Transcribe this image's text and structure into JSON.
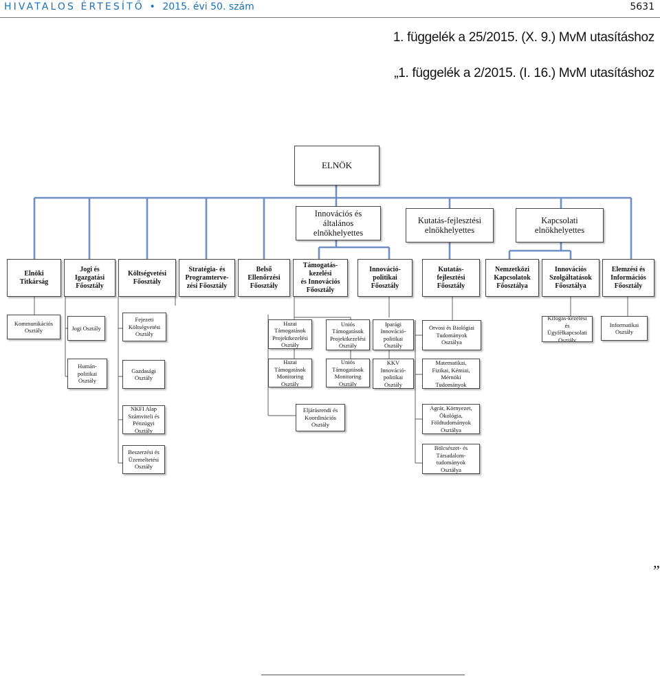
{
  "header": {
    "publication": "HIVATALOS ÉRTESÍTŐ",
    "separator": "•",
    "issue": "2015. évi 50. szám",
    "page_number": "5631"
  },
  "references": {
    "line1": "1. függelék a 25/2015. (X. 9.) MvM utasításhoz",
    "line2": "„1. függelék a 2/2015. (I. 16.) MvM utasításhoz"
  },
  "org": {
    "president": "ELNÖK",
    "vice_presidents": [
      "Innovációs és\náltalános\nelnökhelyettes",
      "Kutatás-fejlesztési\nelnökhelyettes",
      "Kapcsolati\nelnökhelyettes"
    ],
    "departments": [
      "Elnöki\nTitkárság",
      "Jogi és\nIgazgatási\nFőosztály",
      "Költségvetési\nFőosztály",
      "Stratégia- és\nProgramterve-\nzési Főosztály",
      "Belső\nEllenőrzési\nFőosztály",
      "Támogatás-\nkezelési\nés Innovációs\nFőosztály",
      "Innováció-\npolitikai\nFőosztály",
      "Kutatás-\nfejlesztési\nFőosztály",
      "Nemzetközi\nKapcsolatok\nFőosztálya",
      "Innovációs\nSzolgáltatások\nFőosztálya",
      "Elemzési és\nInformációs\nFőosztály"
    ],
    "units": {
      "kommunikacios": "Kommunikációs Osztály",
      "jogi": "Jogi Osztály",
      "fejezeti": "Fejezeti\nKöltségvetési\nOsztály",
      "hazai_proj": "Hazai\nTámogatások\nProjektkezelési\nOsztály",
      "unios_proj": "Uniós\nTámogatások\nProjektkezelési\nOsztály",
      "iparagi": "Iparági\nInnováció-\npolitikai\nOsztály",
      "orvosi": "Orvosi és Biológiai\nTudományok\nOsztálya",
      "kifogas": "Kifogás-kezelési\nés\nÜgyfélkapcsolati\nOsztály",
      "informatikai": "Informatikai\nOsztály",
      "human": "Humán-\npolitikai\nOsztály",
      "gazdasagi": "Gazdasági\nOsztály",
      "hazai_mon": "Hazai\nTámogatások\nMonitoring\nOsztály",
      "unios_mon": "Uniós\nTámogatások\nMonitoring\nOsztály",
      "kkv": "KKV\nInnováció-\npolitikai\nOsztály",
      "matematikai": "Matematikai,\nFizikai, Kémiai,\nMérnöki\nTudományok",
      "nkfi": "NKFI Alap\nSzámviteli és\nPénzügyi\nOsztály",
      "eljarasrendi": "Eljárásrendi és\nKoordinációs\nOsztály",
      "agrar": "Agrár, Környezet,\nÖkológia,\nFöldtudományok\nOsztálya",
      "beszerzesi": "Beszerzési és\nÜzemeltetési\nOsztály",
      "bolcseszet": "Bölcsészet- és\nTársadalom-\ntudományok\nOsztálya"
    }
  },
  "closing_quote": "”"
}
